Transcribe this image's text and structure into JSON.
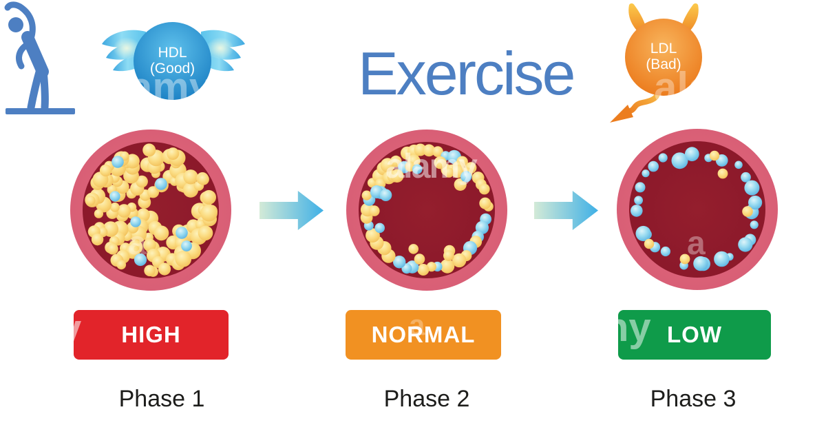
{
  "legend": {
    "hdl": {
      "line1": "HDL",
      "line2": "(Good)"
    },
    "ldl": {
      "line1": "LDL",
      "line2": "(Bad)"
    },
    "exercise_label": "Exercise"
  },
  "phases": [
    {
      "caption": "Phase 1",
      "badge": {
        "label": "HIGH",
        "color": "#e2242a"
      },
      "vessel": {
        "pattern": "packed",
        "seed": 11,
        "hole": [
          27,
          -3,
          31
        ],
        "accent_positions": [
          [
            -48,
            -70
          ],
          [
            -52,
            -20
          ],
          [
            15,
            -38
          ],
          [
            -22,
            17
          ],
          [
            45,
            33
          ],
          [
            52,
            52
          ],
          [
            -15,
            72
          ]
        ]
      }
    },
    {
      "caption": "Phase 2",
      "badge": {
        "label": "NORMAL",
        "color": "#f19122"
      },
      "vessel": {
        "pattern": "ring",
        "seed": 7,
        "ring_count": 42,
        "blue_ratio": 0.38,
        "cluster_arcs": [
          [
            -80,
            -15,
            9
          ],
          [
            -165,
            -100,
            8
          ],
          [
            150,
            205,
            5
          ],
          [
            55,
            110,
            5
          ]
        ]
      }
    },
    {
      "caption": "Phase 3",
      "badge": {
        "label": "LOW",
        "color": "#0f9b4a"
      },
      "vessel": {
        "pattern": "sparse",
        "seed": 5,
        "count": 27,
        "accent_positions": [
          [
            25,
            -78
          ],
          [
            37,
            -52
          ],
          [
            73,
            3
          ],
          [
            -70,
            50
          ],
          [
            -18,
            72
          ]
        ]
      }
    }
  ],
  "colors": {
    "exercise_blue": "#4d7fc2",
    "hdl_ball_light": "#5fc1ec",
    "hdl_ball": "#1f84c6",
    "ldl_ball_light": "#f8b45c",
    "ldl_ball": "#ec7d1f",
    "vessel_wall": "#e2697f",
    "vessel_wall_dark": "#d65c73",
    "vessel_wall_light": "#f08a9b",
    "blood": "#871629",
    "blood_light": "#941e2d",
    "ball_yellow": [
      "#fdf2bb",
      "#fbdc82",
      "#f1bd55"
    ],
    "ball_blue": [
      "#dff4f9",
      "#9bdcf1",
      "#55b0e0"
    ],
    "arrow_from": "#d3ead7",
    "arrow_to": "#3fb0e6",
    "caption_text": "#1d1d1b",
    "badge_text": "#ffffff",
    "watermark": "#ffffff"
  },
  "watermarks": {
    "brand": "alamy",
    "marks": [
      "amy",
      "a",
      "ala",
      "alamy",
      "y",
      "a",
      "ny",
      "a",
      "a"
    ]
  }
}
